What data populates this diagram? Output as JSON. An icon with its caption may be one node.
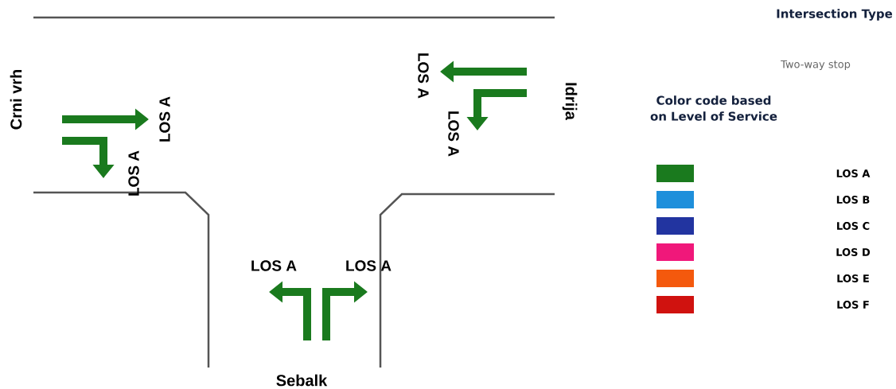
{
  "diagram": {
    "title": "Intersection Type",
    "labels": [
      "Two-way stop",
      "Color code based on Level of Service",
      "Crni vrh",
      "LOS A",
      "LOS A",
      "LOS A",
      "LOS A",
      "Idrija",
      "LOS A",
      "LOS A",
      "Sebalk"
    ],
    "legend": [
      {
        "text": "LOS A",
        "color": "#1a7a1e"
      },
      {
        "text": "LOS B",
        "color": "#1e8fdb"
      },
      {
        "text": "LOS C",
        "color": "#2234a0"
      },
      {
        "text": "LOS D",
        "color": "#f0187a"
      },
      {
        "text": "LOS E",
        "color": "#f4590d"
      },
      {
        "text": "LOS F",
        "color": "#d0120f"
      }
    ]
  }
}
